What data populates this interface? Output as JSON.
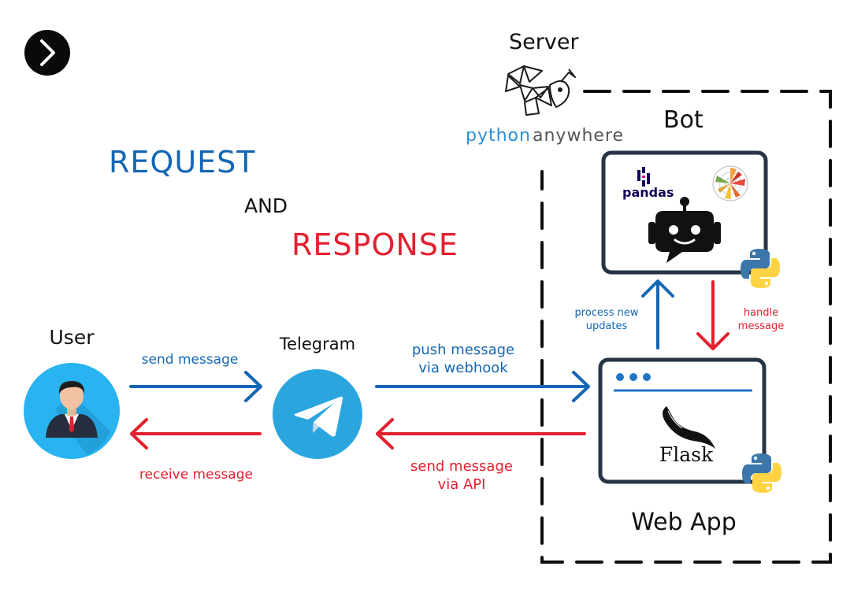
{
  "nav": {
    "next_icon": "chevron-right-icon"
  },
  "headings": {
    "request": "REQUEST",
    "and": "AND",
    "response": "RESPONSE"
  },
  "server": {
    "label": "Server",
    "brand_python": "python",
    "brand_anywhere": "anywhere",
    "logo_icon": "pythonanywhere-logo"
  },
  "bot": {
    "label": "Bot",
    "pandas_text": "pandas",
    "icons": [
      "pandas-logo",
      "polar-chart-icon",
      "robot-chat-icon",
      "python-logo"
    ]
  },
  "webapp": {
    "label": "Web App",
    "flask_text": "Flask",
    "icons": [
      "browser-window-icon",
      "flask-horn-icon",
      "python-logo"
    ]
  },
  "user": {
    "label": "User",
    "icon": "user-avatar-icon"
  },
  "telegram": {
    "label": "Telegram",
    "icon": "telegram-logo"
  },
  "arrows": {
    "send_message": "send message",
    "receive_message": "receive message",
    "push_line1": "push message",
    "push_line2": "via webhook",
    "send_api_line1": "send message",
    "send_api_line2": "via API",
    "process_line1": "process new",
    "process_line2": "updates",
    "handle_line1": "handle",
    "handle_line2": "message"
  },
  "colors": {
    "blue": "#1466b5",
    "red": "#e3202f",
    "navy": "#263445",
    "sky": "#28b4ef",
    "telegram": "#2ba5de",
    "python_blue": "#3b77a9",
    "python_yellow": "#ffd343"
  }
}
